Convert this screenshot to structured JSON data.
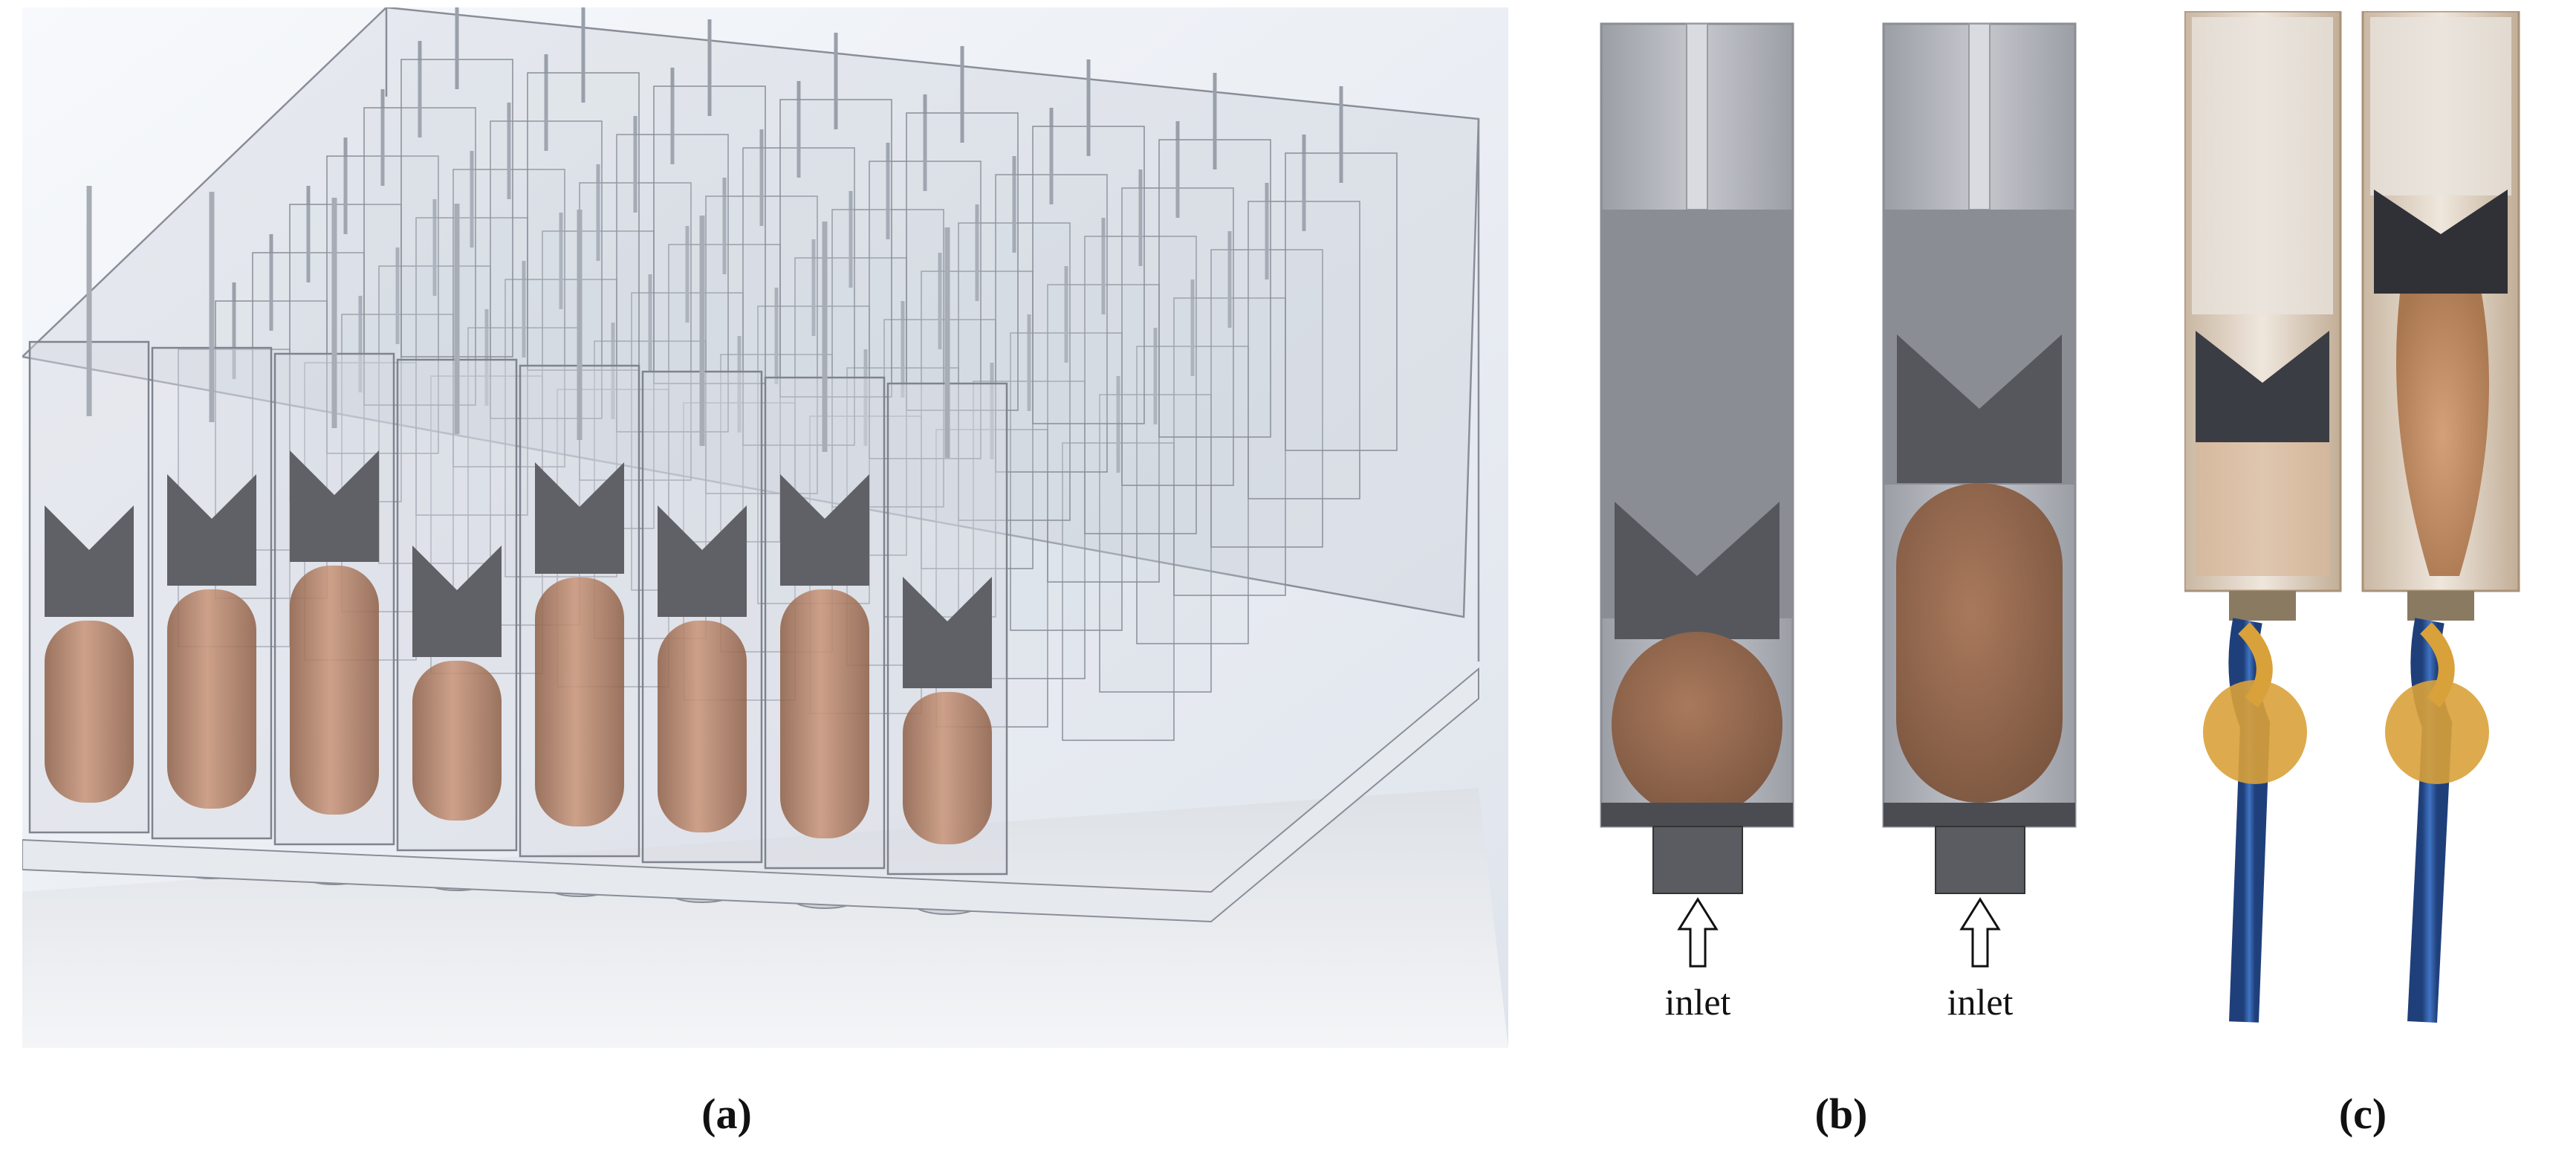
{
  "figure": {
    "panels": [
      {
        "id": "a",
        "caption": "(a)"
      },
      {
        "id": "b",
        "caption": "(b)",
        "inlet_labels": [
          "inlet",
          "inlet"
        ]
      },
      {
        "id": "c",
        "caption": "(c)"
      }
    ],
    "colors": {
      "balloon": "#b8866a",
      "wedge": "#5f6166",
      "frame": "#8a8e98",
      "tube": "#2f5fa8",
      "connector": "#d9a13a",
      "cad_background": "#eceff4"
    }
  }
}
